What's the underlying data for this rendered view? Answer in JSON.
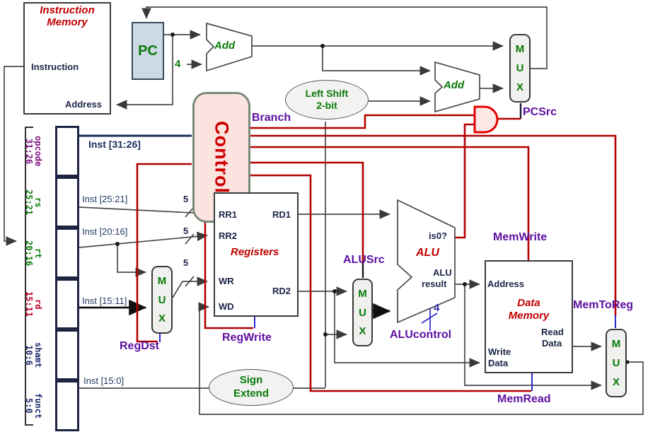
{
  "colors": {
    "wire_gray": "#4a4a4a",
    "control_red": "#b30000",
    "and_gate_red": "#e60000",
    "title_red": "#c00000",
    "port_navy": "#1b2447",
    "opcode_line_navy": "#1b2d5e",
    "signal_purple": "#5c0fa0",
    "logic_green": "#087a08",
    "blue_stub": "#2a2ac8",
    "control_fill": "#fbe3df",
    "pc_fill": "#cdd9e4",
    "mux_fill": "#f0f0ee"
  },
  "instruction_memory": {
    "title": "Instruction Memory",
    "port_instruction": "Instruction",
    "port_address": "Address"
  },
  "pc": {
    "label": "PC"
  },
  "adders": {
    "add1": "Add",
    "add2": "Add"
  },
  "mux_letters": [
    "M",
    "U",
    "X"
  ],
  "control": {
    "label": "Control"
  },
  "left_shift": {
    "line1": "Left Shift",
    "line2": "2-bit"
  },
  "sign_extend": {
    "line1": "Sign",
    "line2": "Extend"
  },
  "registers": {
    "title": "Registers",
    "rr1": "RR1",
    "rr2": "RR2",
    "wr": "WR",
    "wd": "WD",
    "rd1": "RD1",
    "rd2": "RD2"
  },
  "alu": {
    "title": "ALU",
    "is_zero": "is0?",
    "result_line1": "ALU",
    "result_line2": "result"
  },
  "data_memory": {
    "title_line1": "Data",
    "title_line2": "Memory",
    "address": "Address",
    "read_line1": "Read",
    "read_line2": "Data",
    "write_line1": "Write",
    "write_line2": "Data"
  },
  "signals": {
    "branch": "Branch",
    "pcsrc": "PCSrc",
    "regdst": "RegDst",
    "regwrite": "RegWrite",
    "alusrc": "ALUSrc",
    "alucontrol": "ALUcontrol",
    "memwrite": "MemWrite",
    "memtoreg": "MemToReg",
    "memread": "MemRead"
  },
  "inst_labels": {
    "i31_26": "Inst [31:26]",
    "i25_21": "Inst [25:21]",
    "i20_16": "Inst [20:16]",
    "i15_11": "Inst [15:11]",
    "i15_0": "Inst [15:0]"
  },
  "bus_widths": {
    "five": "5",
    "four_pc": "4",
    "four_alu": "4"
  },
  "instruction_fields": [
    {
      "name": "opcode",
      "bits": "31:26"
    },
    {
      "name": "rs",
      "bits": "25:21"
    },
    {
      "name": "rt",
      "bits": "20:16"
    },
    {
      "name": "rd",
      "bits": "15:11"
    },
    {
      "name": "shamt",
      "bits": "10:6"
    },
    {
      "name": "funct",
      "bits": "5:0"
    }
  ]
}
